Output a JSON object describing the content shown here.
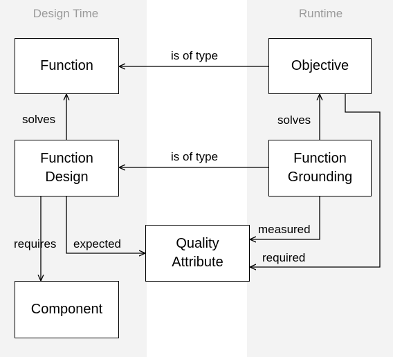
{
  "columns": {
    "design_time": "Design Time",
    "runtime": "Runtime"
  },
  "nodes": {
    "function": "Function",
    "function_design": "Function\nDesign",
    "component": "Component",
    "objective": "Objective",
    "function_grounding": "Function\nGrounding",
    "quality_attribute": "Quality\nAttribute"
  },
  "edges": {
    "is_of_type_top": "is of type",
    "is_of_type_mid": "is of type",
    "solves_left": "solves",
    "solves_right": "solves",
    "requires": "requires",
    "expected": "expected",
    "measured": "measured",
    "required": "required"
  },
  "colors": {
    "band": "#f3f3f3",
    "band_title": "#9a9a9a",
    "stroke": "#000000"
  }
}
